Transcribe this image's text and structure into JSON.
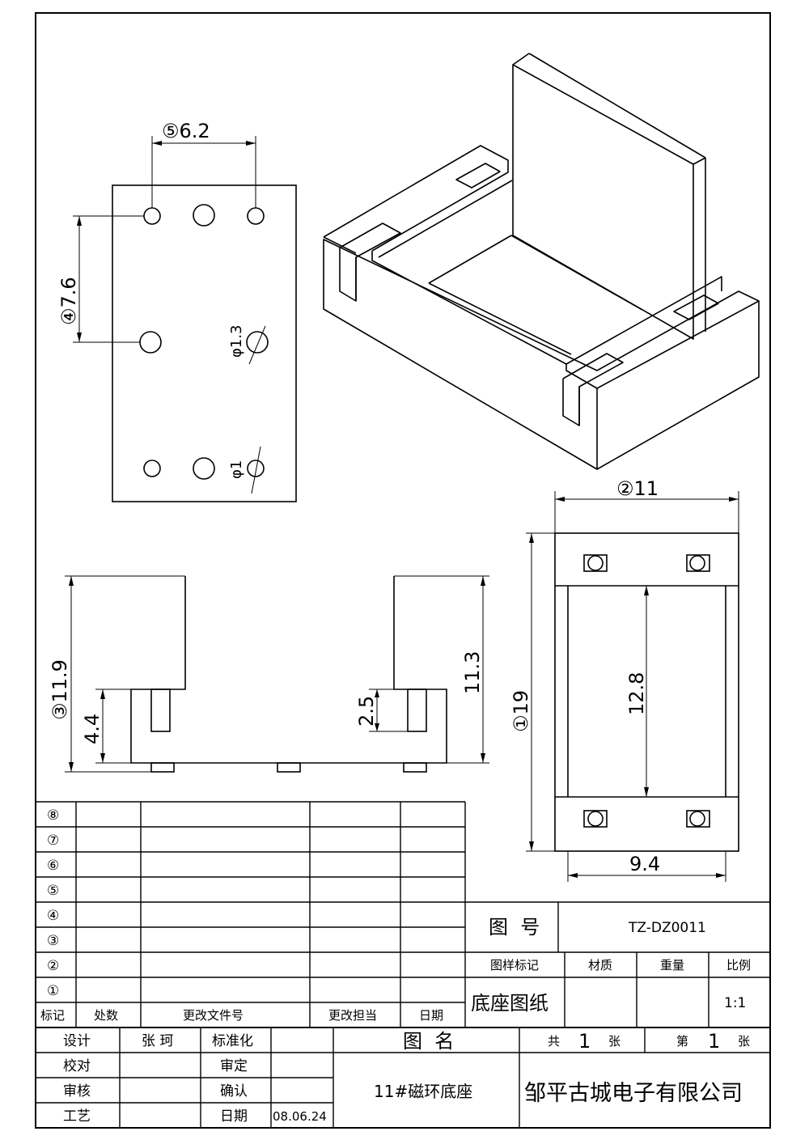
{
  "dimensions": {
    "d1": "①19",
    "d2": "②11",
    "d3": "③11.9",
    "d4": "④7.6",
    "d5": "⑤6.2",
    "hole13": "φ1.3",
    "hole1": "φ1",
    "side_44": "4.4",
    "side_25": "2.5",
    "side_113": "11.3",
    "plan_128": "12.8",
    "plan_94": "9.4"
  },
  "revision_table": {
    "rows": [
      "⑧",
      "⑦",
      "⑥",
      "⑤",
      "④",
      "③",
      "②",
      "①"
    ],
    "headers": [
      "标记",
      "处数",
      "更改文件号",
      "更改担当",
      "日期"
    ]
  },
  "title_block": {
    "drawing_no_label": "图  号",
    "drawing_no": "TZ-DZ0011",
    "mark_label": "图样标记",
    "material_label": "材质",
    "weight_label": "重量",
    "scale_label": "比例",
    "doc_type": "底座图纸",
    "scale": "1:1",
    "design_label": "设计",
    "designer": "张 珂",
    "standard_label": "标准化",
    "check_label": "校对",
    "approve_label": "审定",
    "review_label": "审核",
    "confirm_label": "确认",
    "process_label": "工艺",
    "date_label": "日期",
    "date": "08.06.24",
    "name_label": "图  名",
    "part_name": "11#磁环底座",
    "total_prefix": "共",
    "total_sheets": "1",
    "sheet_unit1": "张",
    "sheet_prefix": "第",
    "sheet_no": "1",
    "sheet_unit2": "张",
    "company": "邹平古城电子有限公司"
  }
}
